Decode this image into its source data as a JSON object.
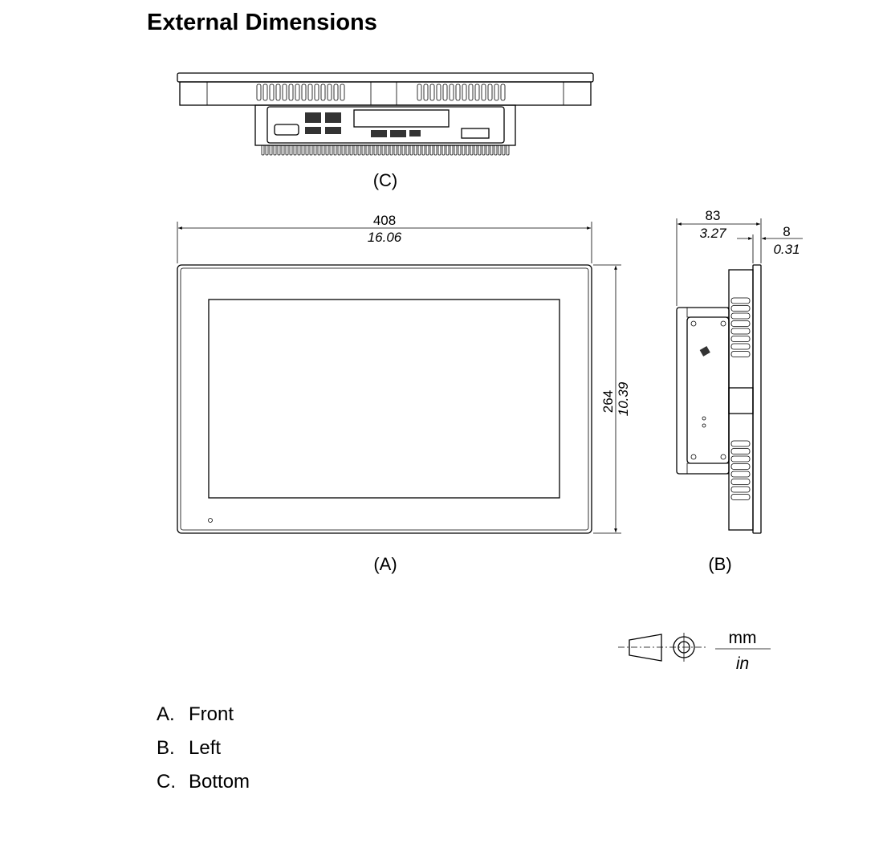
{
  "title": "External Dimensions",
  "views": {
    "bottom_label": "(C)",
    "front_label": "(A)",
    "left_label": "(B)"
  },
  "dimensions": {
    "width_mm": "408",
    "width_in": "16.06",
    "height_mm": "264",
    "height_in": "10.39",
    "depth_mm": "83",
    "depth_in": "3.27",
    "bezel_mm": "8",
    "bezel_in": "0.31"
  },
  "units": {
    "top": "mm",
    "bottom": "in",
    "symbol": "third-angle-projection-icon"
  },
  "legend": [
    {
      "key": "A.",
      "label": "Front"
    },
    {
      "key": "B.",
      "label": "Left"
    },
    {
      "key": "C.",
      "label": "Bottom"
    }
  ]
}
